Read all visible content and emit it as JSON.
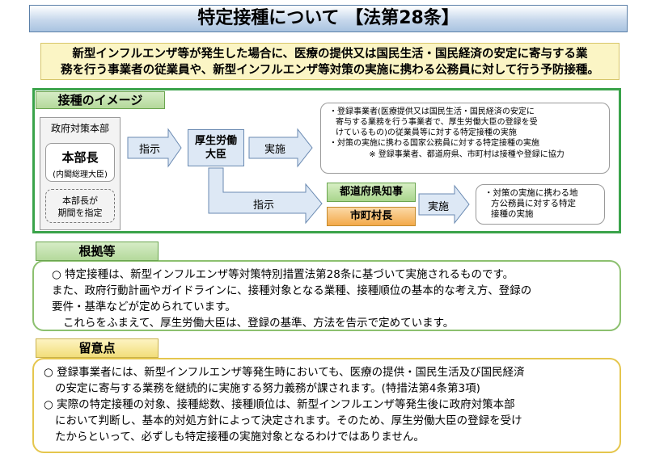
{
  "title": "特定接種について 【法第28条】",
  "intro": {
    "line1": "新型インフルエンザ等が発生した場合に、医療の提供又は国民生活・国民経済の安定に寄与する業",
    "line2": "務を行う事業者の従業員や、新型インフルエンザ等対策の実施に携わる公務員に対して行う予防接種。"
  },
  "image_section": {
    "tab": "接種のイメージ",
    "hq_title": "政府対策本部",
    "hq_chief": "本部長",
    "hq_chief_sub": "(内閣総理大臣)",
    "hq_note_line1": "本部長が",
    "hq_note_line2": "期間を指定",
    "arrow_instruct_1": "指示",
    "minister_line1": "厚生労働",
    "minister_line2": "大臣",
    "arrow_implement_1": "実施",
    "bubble1": {
      "line1": "・登録事業者(医療提供又は国民生活・国民経済の安定に",
      "line2": "寄与する業務を行う事業者で、厚生労働大臣の登録を受",
      "line3": "けているもの)の従業員等に対する特定接種の実施",
      "line4": "・対策の実施に携わる国家公務員に対する特定接種の実施",
      "note": "※ 登録事業者、都道府県、市町村は接種や登録に協力"
    },
    "arrow_instruct_2": "指示",
    "pref": "都道府県知事",
    "muni": "市町村長",
    "arrow_implement_2": "実施",
    "bubble2": {
      "line1": "・対策の実施に携わる地",
      "line2": "方公務員に対する特定",
      "line3": "接種の実施"
    }
  },
  "basis": {
    "tab": "根拠等",
    "p1": "○ 特定接種は、新型インフルエンザ等対策特別措置法第28条に基づいて実施されるものです。",
    "p2": "また、政府行動計画やガイドラインに、接種対象となる業種、接種順位の基本的な考え方、登録の",
    "p3": "要件・基準などが定められています。",
    "p4": "これらをふまえて、厚生労働大臣は、登録の基準、方法を告示で定めています。"
  },
  "notes": {
    "tab": "留意点",
    "p1": "○ 登録事業者には、新型インフルエンザ等発生時においても、医療の提供・国民生活及び国民経済",
    "p2": "の安定に寄与する業務を継続的に実施する努力義務が課されます。(特措法第4条第3項)",
    "p3": "○ 実際の特定接種の対象、接種総数、接種順位は、新型インフルエンザ等発生後に政府対策本部",
    "p4": "において判断し、基本的対処方針によって決定されます。そのため、厚生労働大臣の登録を受け",
    "p5": "たからといって、必ずしも特定接種の実施対象となるわけではありません。"
  },
  "colors": {
    "title_bg": "#b9cfe8",
    "intro_bg": "#fbf5c5",
    "section_green": "#3aa34a",
    "basis_border": "#8cc06f",
    "notes_border": "#e5c64d",
    "arrow_fill": "#dde8f5",
    "pref_fill": "#a9d58c",
    "muni_fill": "#f3a94a"
  }
}
